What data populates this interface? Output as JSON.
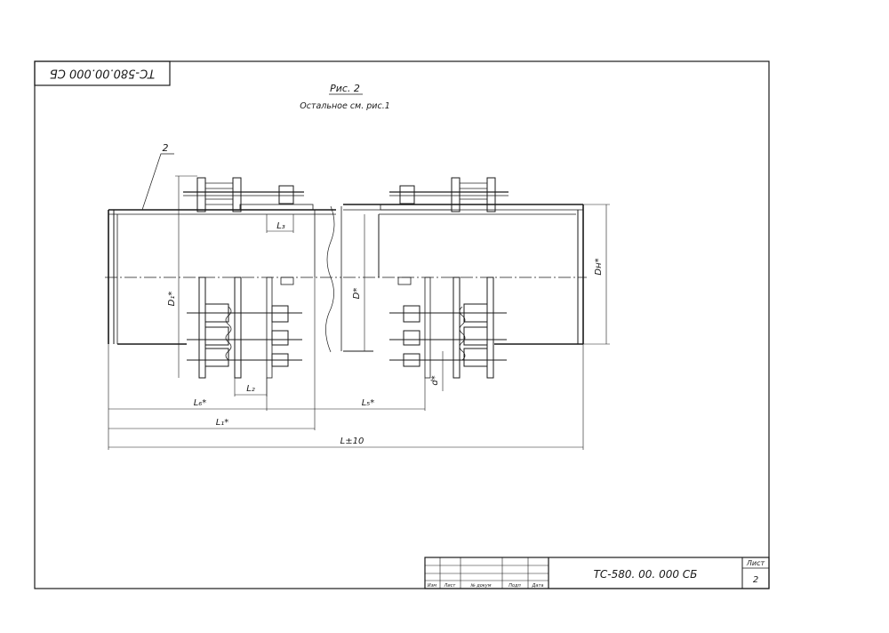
{
  "sheet": {
    "stamp_text": "ТС-580.00.000 СБ",
    "figure_title": "Рис. 2",
    "figure_note": "Остальное см. рис.1",
    "callout": "2"
  },
  "dimensions": {
    "L3": "L₃",
    "L2": "L₂",
    "L6": "L₆*",
    "L5": "L₅*",
    "L1": "L₁*",
    "L": "L±10",
    "D1": "D₁*",
    "D": "D*",
    "Dn": "Dн*",
    "d": "d*"
  },
  "title_block": {
    "designation": "ТС-580. 00. 000 СБ",
    "sheet_label": "Лист",
    "sheet_number": "2",
    "columns": [
      "Изм",
      "Лист",
      "№ докум",
      "Подп",
      "Дата"
    ]
  }
}
